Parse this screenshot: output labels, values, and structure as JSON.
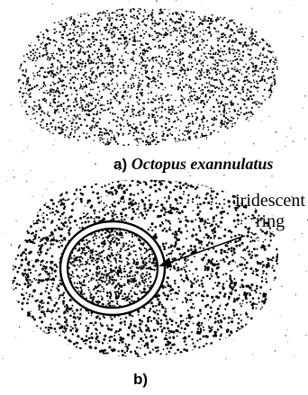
{
  "figure": {
    "panel_a": {
      "letter": "a)",
      "species": "Octopus exannulatus"
    },
    "panel_b": {
      "letter": "b)"
    },
    "annotation": {
      "line1": "iridescent",
      "line2": "ring"
    }
  },
  "colors": {
    "ink": "#000000",
    "background": "#ffffff"
  }
}
